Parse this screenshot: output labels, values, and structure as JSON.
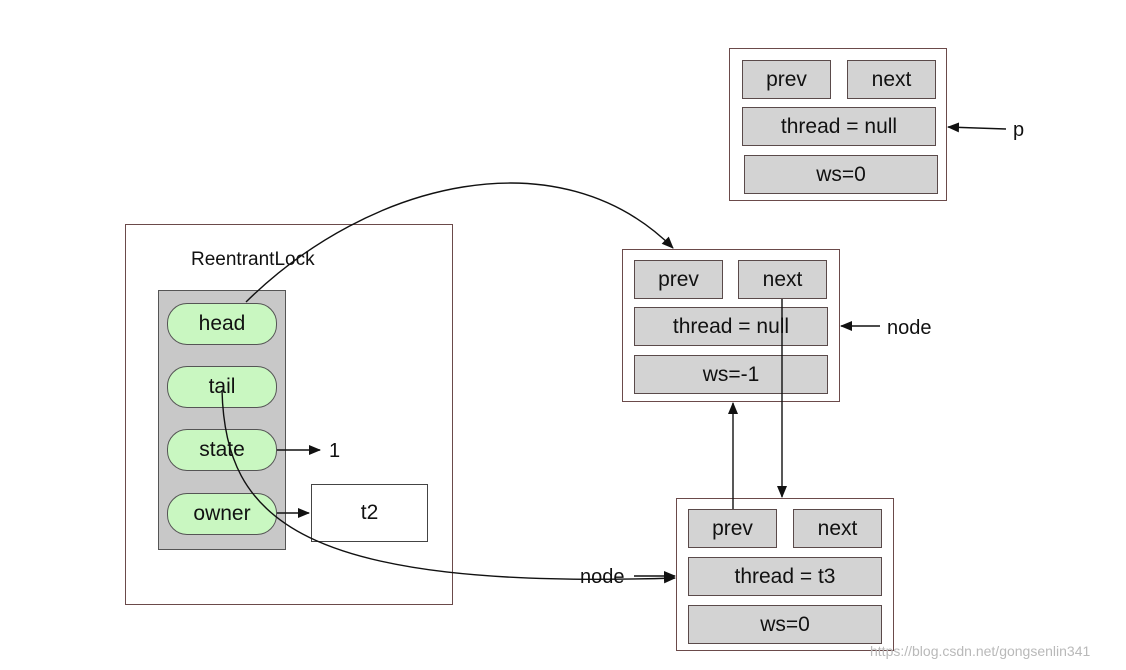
{
  "lock": {
    "title": "ReentrantLock",
    "fields": {
      "head": "head",
      "tail": "tail",
      "state": "state",
      "owner": "owner"
    },
    "state_value": "1",
    "owner_value": "t2"
  },
  "node_p": {
    "prev": "prev",
    "next": "next",
    "thread": "thread = null",
    "ws": "ws=0",
    "label": "p"
  },
  "node_head": {
    "prev": "prev",
    "next": "next",
    "thread": "thread = null",
    "ws": "ws=-1",
    "label": "node"
  },
  "node_t3": {
    "prev": "prev",
    "next": "next",
    "thread": "thread = t3",
    "ws": "ws=0",
    "label": "node"
  },
  "watermark": "https://blog.csdn.net/gongsenlin341"
}
